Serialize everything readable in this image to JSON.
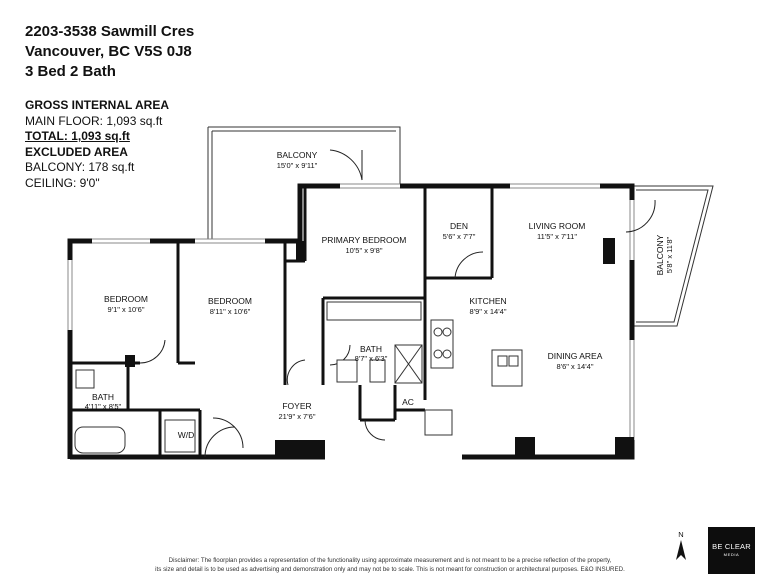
{
  "header": {
    "line1": "2203-3538 Sawmill Cres",
    "line2": "Vancouver, BC V5S 0J8",
    "line3": "3 Bed 2 Bath"
  },
  "area_summary": {
    "gross_heading": "GROSS INTERNAL AREA",
    "main_floor": "MAIN FLOOR: 1,093 sq.ft",
    "total": "TOTAL: 1,093 sq.ft",
    "excluded_heading": "EXCLUDED AREA",
    "balcony": "BALCONY: 178 sq.ft",
    "ceiling": "CEILING: 9'0\""
  },
  "rooms": {
    "balcony_top": {
      "name": "BALCONY",
      "dims": "15'0\" x 9'11\""
    },
    "primary_bedroom": {
      "name": "PRIMARY BEDROOM",
      "dims": "10'5\" x 9'8\""
    },
    "den": {
      "name": "DEN",
      "dims": "5'6\" x 7'7\""
    },
    "living_room": {
      "name": "LIVING ROOM",
      "dims": "11'5\" x 7'11\""
    },
    "balcony_right": {
      "name": "BALCONY",
      "dims": "5'8\" x 11'8\""
    },
    "bedroom_left": {
      "name": "BEDROOM",
      "dims": "9'1\" x 10'6\""
    },
    "bedroom_mid": {
      "name": "BEDROOM",
      "dims": "8'11\" x 10'6\""
    },
    "kitchen": {
      "name": "KITCHEN",
      "dims": "8'9\" x 14'4\""
    },
    "bath_primary": {
      "name": "BATH",
      "dims": "8'7\" x 6'3\""
    },
    "dining_area": {
      "name": "DINING AREA",
      "dims": "8'6\" x 14'4\""
    },
    "bath_left": {
      "name": "BATH",
      "dims": "4'11\" x 8'5\""
    },
    "foyer": {
      "name": "FOYER",
      "dims": "21'9\" x 7'6\""
    },
    "ac": {
      "name": "AC"
    },
    "wd": {
      "name": "W/D"
    }
  },
  "compass": {
    "label": "N"
  },
  "disclaimer": {
    "line1": "Disclaimer: The floorplan provides a representation of the functionality using approximate measurement and is not meant to be a precise reflection of the property,",
    "line2": "its size and detail is to be used as advertising and demonstration only and may not be to scale. This is not meant for construction or architectural purposes. E&O INSURED."
  },
  "logo": {
    "line1": "BE CLEAR",
    "line2": "MEDIA"
  }
}
